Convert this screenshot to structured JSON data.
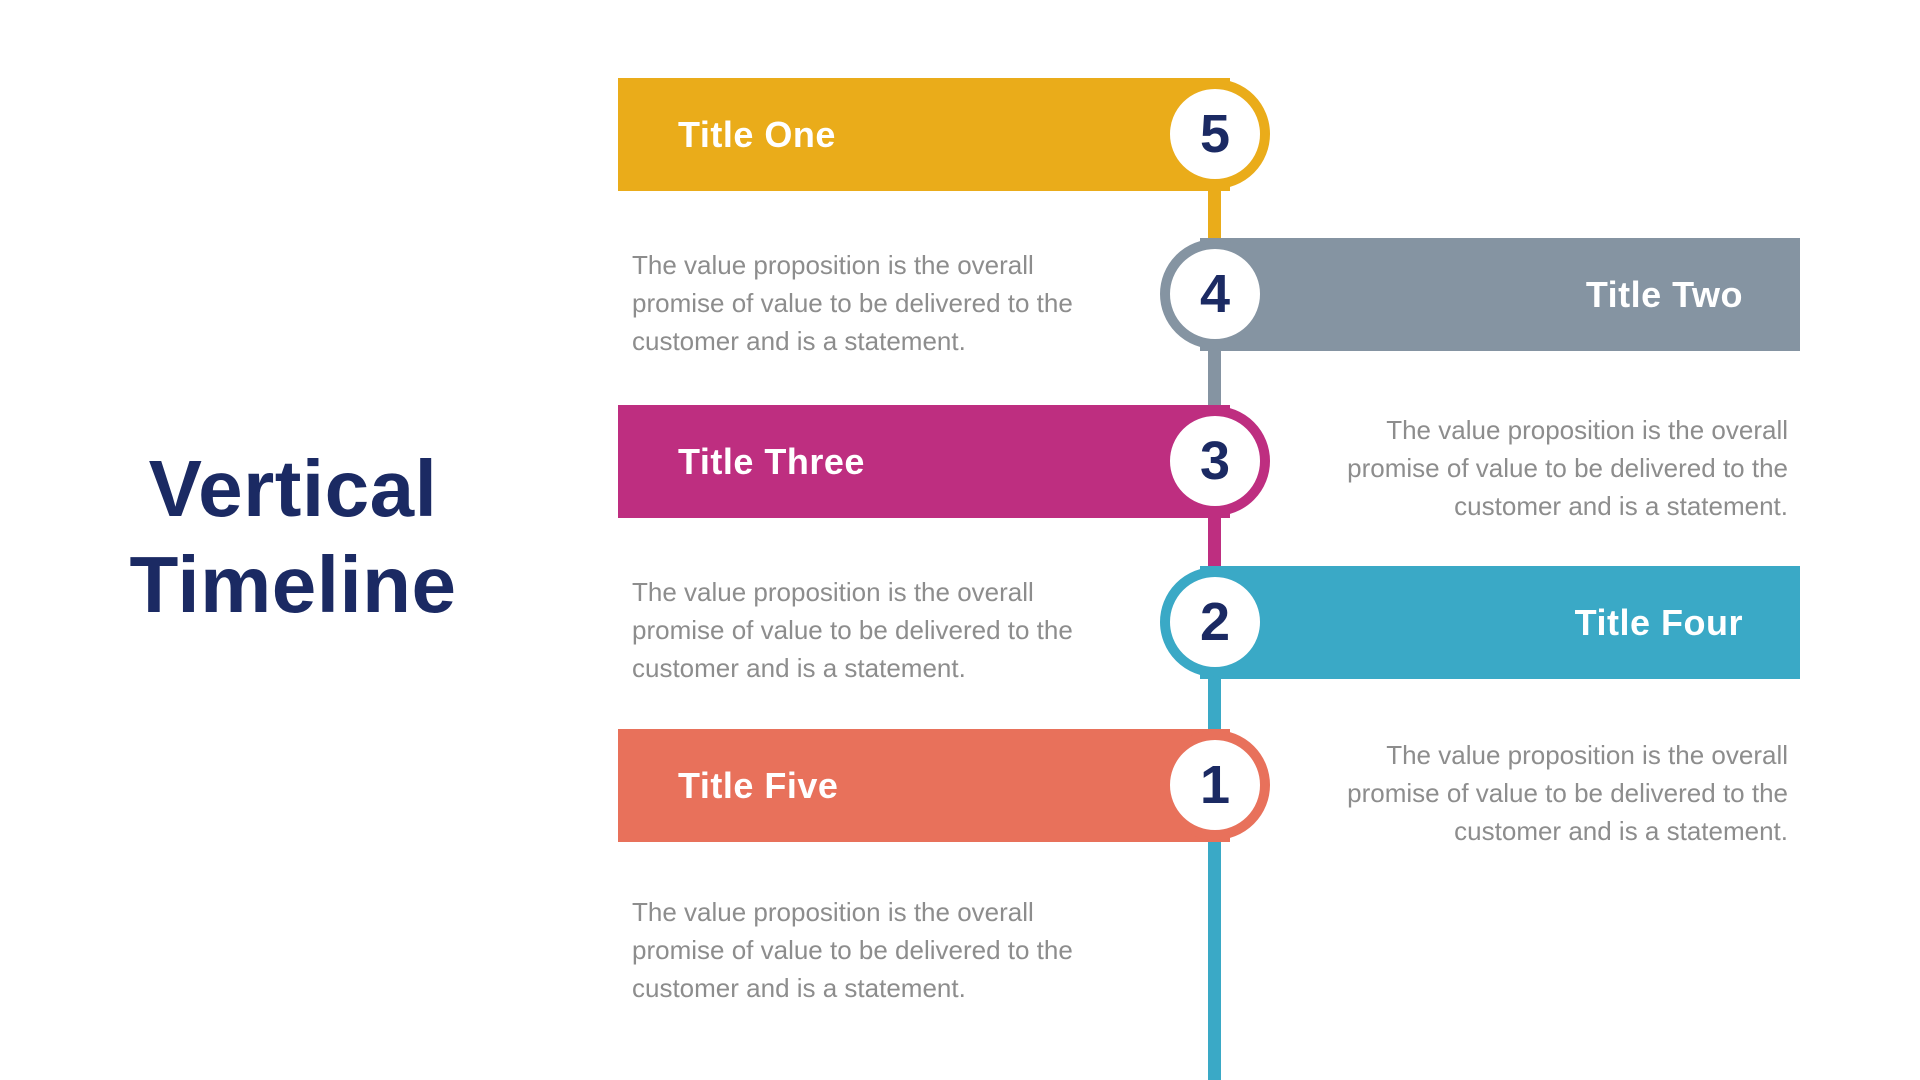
{
  "page": {
    "title_line1": "Vertical",
    "title_line2": "Timeline",
    "title_color": "#1B2A63",
    "background_color": "#FFFFFF"
  },
  "timeline": {
    "type": "vertical-timeline",
    "number_color": "#1B2A63",
    "desc_color": "#8D8D8D",
    "bar_text_color": "#FFFFFF",
    "tail_color": "#3AA9C6",
    "items": [
      {
        "number": "5",
        "title": "Title One",
        "side": "left",
        "color": "#EAAC1A",
        "desc_lines": [
          "The value proposition is the overall",
          "promise of value to be delivered to the",
          "customer and is a statement."
        ]
      },
      {
        "number": "4",
        "title": "Title Two",
        "side": "right",
        "color": "#8594A2",
        "desc_lines": [
          "The value proposition is the overall",
          "promise of value to be delivered to the",
          "customer and is a statement."
        ]
      },
      {
        "number": "3",
        "title": "Title Three",
        "side": "left",
        "color": "#BE2E80",
        "desc_lines": [
          "The value proposition is the overall",
          "promise of value to be delivered to the",
          "customer and is a statement."
        ]
      },
      {
        "number": "2",
        "title": "Title Four",
        "side": "right",
        "color": "#3AA9C6",
        "desc_lines": [
          "The value proposition is the overall",
          "promise of value to be delivered to the",
          "customer and is a statement."
        ]
      },
      {
        "number": "1",
        "title": "Title Five",
        "side": "left",
        "color": "#E8715B",
        "desc_lines": [
          "The value proposition is the overall",
          "promise of value to be delivered to the",
          "customer and is a statement."
        ]
      }
    ]
  }
}
